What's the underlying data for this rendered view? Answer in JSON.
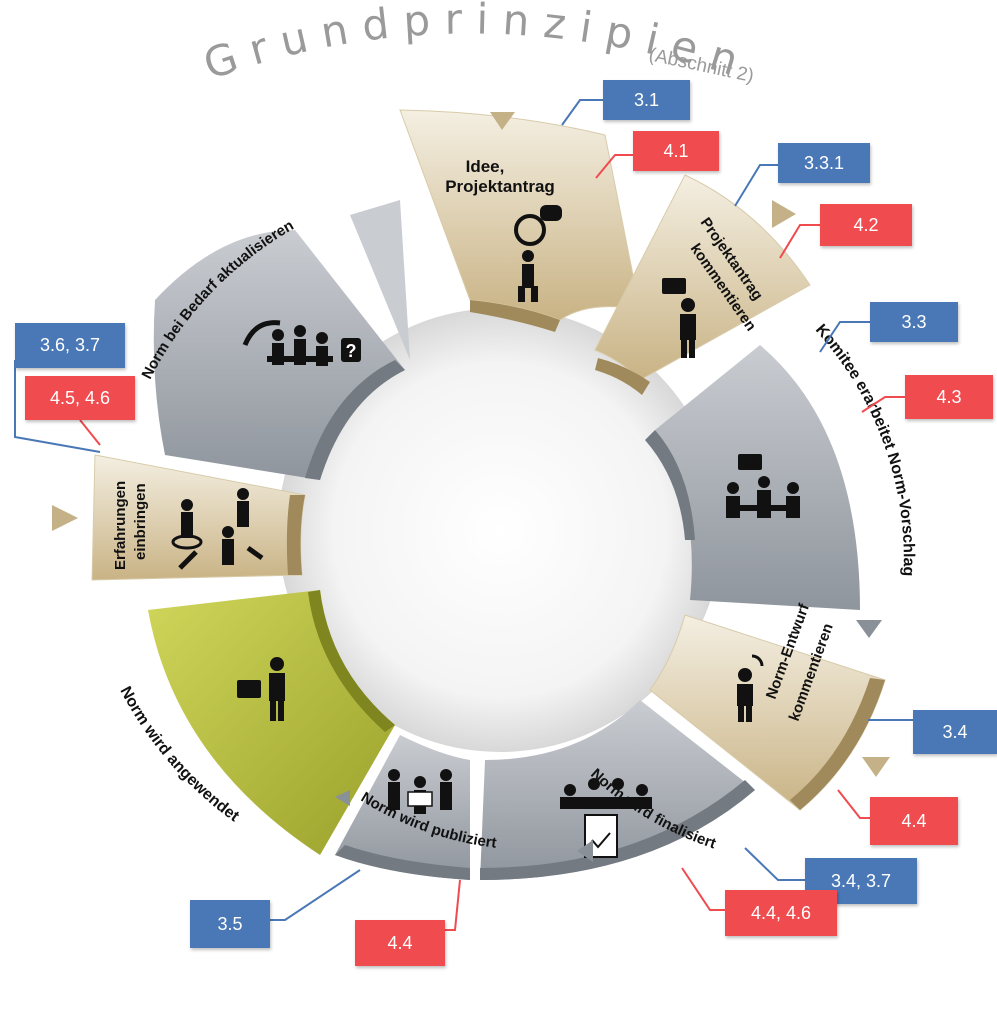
{
  "title": {
    "main": "Grundprinzipien",
    "sub": "(Abschnitt 2)"
  },
  "colors": {
    "tan": "#cdb98b",
    "tan_dark": "#a08a5c",
    "grey": "#a4a9b1",
    "grey_dark": "#747a82",
    "olive": "#b4bb3a",
    "olive_dark": "#7f851f",
    "blue": "#4a78b6",
    "red": "#f04b4f",
    "arrow": "#c5b187",
    "arrow_grey": "#8a9098"
  },
  "segments": [
    {
      "id": "idee",
      "lines": [
        "Idee,",
        "Projektantrag"
      ],
      "icon": "lightbulb-person-icon"
    },
    {
      "id": "projektantrag",
      "lines": [
        "Projektantrag",
        "kommentieren"
      ],
      "icon": "speech-person-icon"
    },
    {
      "id": "komitee",
      "lines": [
        "Komitee erarbeitet Norm-Vorschlag"
      ],
      "icon": "committee-table-icon"
    },
    {
      "id": "entwurf",
      "lines": [
        "Norm-Entwurf",
        "kommentieren"
      ],
      "icon": "broadcast-person-icon"
    },
    {
      "id": "finalisiert",
      "lines": [
        "Norm wird finalisiert"
      ],
      "icon": "meeting-document-icon"
    },
    {
      "id": "publiziert",
      "lines": [
        "Norm wird publiziert"
      ],
      "icon": "cheering-people-icon"
    },
    {
      "id": "angewendet",
      "lines": [
        "Norm wird angewendet"
      ],
      "icon": "person-briefcase-icon"
    },
    {
      "id": "erfahrungen",
      "lines": [
        "Erfahrungen",
        "einbringen"
      ],
      "icon": "people-exchange-icon"
    },
    {
      "id": "aktualisieren",
      "lines": [
        "Norm bei Bedarf aktualisieren"
      ],
      "icon": "meeting-question-icon"
    }
  ],
  "labels": [
    {
      "id": "b-3-1",
      "text": "3.1",
      "kind": "blue"
    },
    {
      "id": "r-4-1",
      "text": "4.1",
      "kind": "red"
    },
    {
      "id": "b-3-3-1",
      "text": "3.3.1",
      "kind": "blue"
    },
    {
      "id": "r-4-2",
      "text": "4.2",
      "kind": "red"
    },
    {
      "id": "b-3-3",
      "text": "3.3",
      "kind": "blue"
    },
    {
      "id": "r-4-3",
      "text": "4.3",
      "kind": "red"
    },
    {
      "id": "b-3-4",
      "text": "3.4",
      "kind": "blue"
    },
    {
      "id": "r-4-4",
      "text": "4.4",
      "kind": "red"
    },
    {
      "id": "b-3-4-3-7",
      "text": "3.4, 3.7",
      "kind": "blue"
    },
    {
      "id": "r-4-4-4-6",
      "text": "4.4, 4.6",
      "kind": "red"
    },
    {
      "id": "b-3-5",
      "text": "3.5",
      "kind": "blue"
    },
    {
      "id": "r-4-4-b",
      "text": "4.4",
      "kind": "red"
    },
    {
      "id": "b-3-6-3-7",
      "text": "3.6, 3.7",
      "kind": "blue"
    },
    {
      "id": "r-4-5-4-6",
      "text": "4.5, 4.6",
      "kind": "red"
    }
  ]
}
